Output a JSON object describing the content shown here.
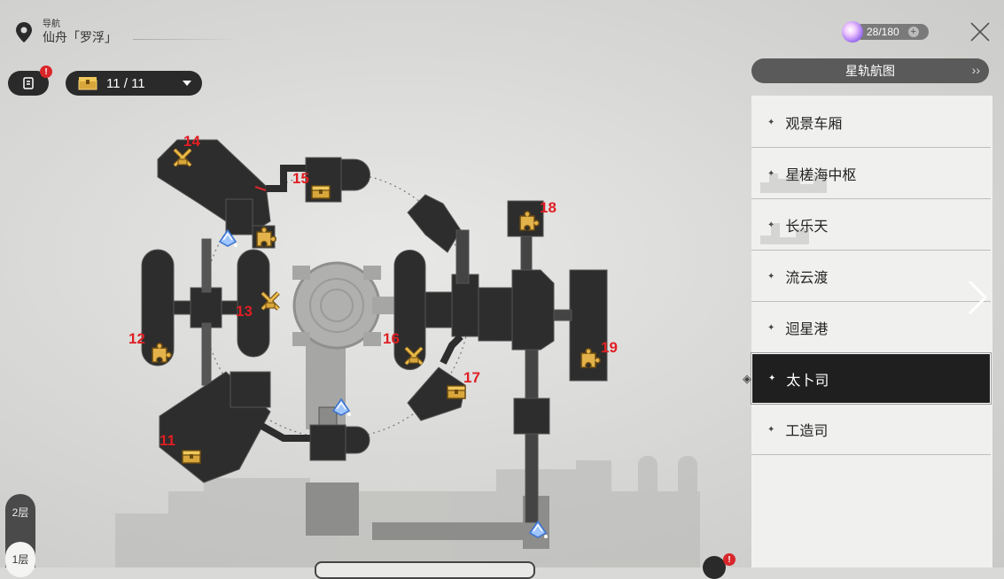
{
  "header": {
    "nav_label": "导航",
    "location": "仙舟「罗浮」"
  },
  "toolbar": {
    "notes_badge": "!",
    "chest_count": "11 / 11"
  },
  "resource": {
    "stamina": "28/180",
    "plus": "+"
  },
  "star_rail_map": "星轨航图",
  "areas": [
    {
      "label": "观景车厢"
    },
    {
      "label": "星槎海中枢"
    },
    {
      "label": "长乐天"
    },
    {
      "label": "流云渡"
    },
    {
      "label": "迴星港"
    },
    {
      "label": "太卜司",
      "selected": true
    },
    {
      "label": "工造司"
    }
  ],
  "floors": {
    "f2": "2层",
    "f1": "1层"
  },
  "map_markers": [
    {
      "number": "14",
      "icon": "sword-chest-icon"
    },
    {
      "number": "15",
      "icon": "treasure-chest-icon"
    },
    {
      "number": "18",
      "icon": "puzzle-piece-icon"
    },
    {
      "number": "13",
      "icon": "sword-chest-icon"
    },
    {
      "number": "12",
      "icon": "puzzle-piece-icon"
    },
    {
      "number": "16",
      "icon": "sword-chest-icon"
    },
    {
      "number": "17",
      "icon": "treasure-chest-icon"
    },
    {
      "number": "19",
      "icon": "puzzle-piece-icon"
    },
    {
      "number": "11",
      "icon": "treasure-chest-icon"
    }
  ],
  "bottom_badge": "!",
  "colors": {
    "marker_number": "#e01e23",
    "selected_item_bg": "#1f1f1f",
    "map_room": "#2d2d2d",
    "teleport": "#5b9cf0"
  }
}
